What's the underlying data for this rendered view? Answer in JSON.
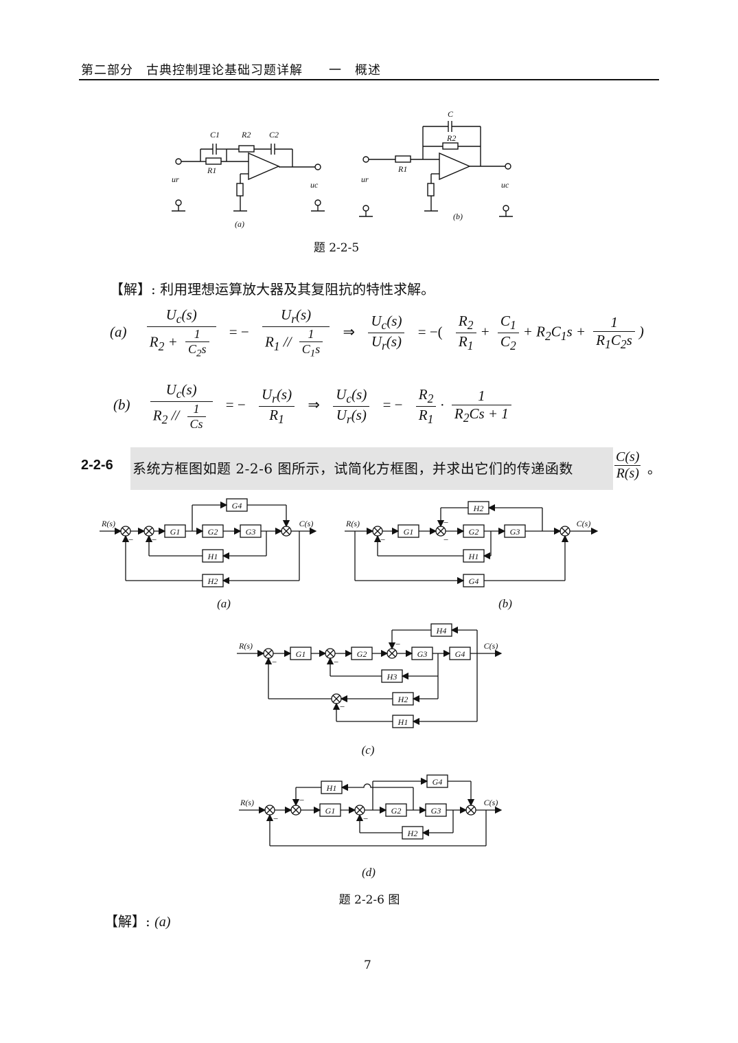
{
  "header": {
    "title": "第二部分　古典控制理论基础习题详解　　一　概述"
  },
  "figure_225": {
    "caption": "题 2-2-5",
    "a": {
      "label_C1": "C1",
      "label_R2": "R2",
      "label_C2": "C2",
      "label_R1": "R1",
      "ur": "ur",
      "uc": "uc",
      "sub": "(a)"
    },
    "b": {
      "label_C": "C",
      "label_R2": "R2",
      "label_R1": "R1",
      "ur": "ur",
      "uc": "uc",
      "sub": "(b)"
    }
  },
  "solution1": {
    "prefix": "【解】:",
    "text": "利用理想运算放大器及其复阻抗的特性求解。"
  },
  "problem": {
    "number": "2-2-6",
    "text": "系统方框图如题 2-2-6 图所示，试简化方框图，并求出它们的传递函数",
    "tf_num": "C(s)",
    "tf_den": "R(s)",
    "end": "。"
  },
  "figure_226": {
    "caption": "题 2-2-6 图",
    "a": {
      "sub": "(a)",
      "R": "R(s)",
      "C": "C(s)",
      "blocks": [
        "G1",
        "G2",
        "G3",
        "G4",
        "H1",
        "H2"
      ]
    },
    "b": {
      "sub": "(b)",
      "R": "R(s)",
      "C": "C(s)",
      "blocks": [
        "G1",
        "G2",
        "G3",
        "G4",
        "H1",
        "H2"
      ]
    },
    "c": {
      "sub": "(c)",
      "R": "R(s)",
      "C": "C(s)",
      "blocks": [
        "G1",
        "G2",
        "G3",
        "G4",
        "H1",
        "H2",
        "H3",
        "H4"
      ]
    },
    "d": {
      "sub": "(d)",
      "R": "R(s)",
      "C": "C(s)",
      "blocks": [
        "G1",
        "G2",
        "G3",
        "G4",
        "H1",
        "H2"
      ]
    }
  },
  "solution2": {
    "prefix": "【解】:",
    "tag": "(a)"
  },
  "page_number": "7"
}
